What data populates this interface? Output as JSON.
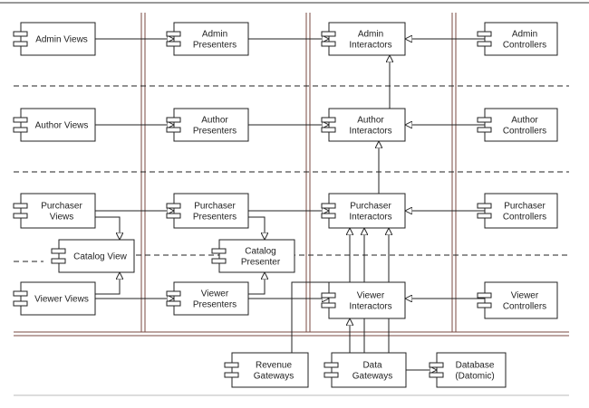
{
  "components": [
    {
      "id": "admin-views",
      "lines": [
        "Admin Views"
      ]
    },
    {
      "id": "admin-presenters",
      "lines": [
        "Admin",
        "Presenters"
      ]
    },
    {
      "id": "admin-interactors",
      "lines": [
        "Admin",
        "Interactors"
      ]
    },
    {
      "id": "admin-controllers",
      "lines": [
        "Admin",
        "Controllers"
      ]
    },
    {
      "id": "author-views",
      "lines": [
        "Author Views"
      ]
    },
    {
      "id": "author-presenters",
      "lines": [
        "Author",
        "Presenters"
      ]
    },
    {
      "id": "author-interactors",
      "lines": [
        "Author",
        "Interactors"
      ]
    },
    {
      "id": "author-controllers",
      "lines": [
        "Author",
        "Controllers"
      ]
    },
    {
      "id": "purchaser-views",
      "lines": [
        "Purchaser",
        "Views"
      ]
    },
    {
      "id": "purchaser-presenters",
      "lines": [
        "Purchaser",
        "Presenters"
      ]
    },
    {
      "id": "purchaser-interactors",
      "lines": [
        "Purchaser",
        "Interactors"
      ]
    },
    {
      "id": "purchaser-controllers",
      "lines": [
        "Purchaser",
        "Controllers"
      ]
    },
    {
      "id": "catalog-view",
      "lines": [
        "Catalog View"
      ]
    },
    {
      "id": "catalog-presenter",
      "lines": [
        "Catalog",
        "Presenter"
      ]
    },
    {
      "id": "viewer-views",
      "lines": [
        "Viewer Views"
      ]
    },
    {
      "id": "viewer-presenters",
      "lines": [
        "Viewer",
        "Presenters"
      ]
    },
    {
      "id": "viewer-interactors",
      "lines": [
        "Viewer",
        "Interactors"
      ]
    },
    {
      "id": "viewer-controllers",
      "lines": [
        "Viewer",
        "Controllers"
      ]
    },
    {
      "id": "revenue-gateways",
      "lines": [
        "Revenue",
        "Gateways"
      ]
    },
    {
      "id": "data-gateways",
      "lines": [
        "Data",
        "Gateways"
      ]
    },
    {
      "id": "database",
      "lines": [
        "Database",
        "(Datomic)"
      ]
    }
  ],
  "edges": [
    {
      "from": "admin-views",
      "to": "admin-presenters"
    },
    {
      "from": "admin-presenters",
      "to": "admin-interactors"
    },
    {
      "from": "admin-controllers",
      "to": "admin-interactors"
    },
    {
      "from": "author-views",
      "to": "author-presenters"
    },
    {
      "from": "author-presenters",
      "to": "author-interactors"
    },
    {
      "from": "author-controllers",
      "to": "author-interactors"
    },
    {
      "from": "author-interactors",
      "to": "admin-interactors"
    },
    {
      "from": "purchaser-views",
      "to": "purchaser-presenters"
    },
    {
      "from": "purchaser-views",
      "to": "catalog-view"
    },
    {
      "from": "purchaser-presenters",
      "to": "purchaser-interactors"
    },
    {
      "from": "purchaser-presenters",
      "to": "catalog-presenter"
    },
    {
      "from": "purchaser-controllers",
      "to": "purchaser-interactors"
    },
    {
      "from": "purchaser-interactors",
      "to": "author-interactors"
    },
    {
      "from": "viewer-views",
      "to": "viewer-presenters"
    },
    {
      "from": "viewer-views",
      "to": "catalog-view"
    },
    {
      "from": "viewer-presenters",
      "to": "viewer-interactors"
    },
    {
      "from": "viewer-presenters",
      "to": "catalog-presenter"
    },
    {
      "from": "viewer-controllers",
      "to": "viewer-interactors"
    },
    {
      "from": "revenue-gateways",
      "to": "purchaser-interactors"
    },
    {
      "from": "data-gateways",
      "to": "purchaser-interactors"
    },
    {
      "from": "data-gateways",
      "to": "author-interactors"
    },
    {
      "from": "data-gateways",
      "to": "viewer-interactors"
    },
    {
      "from": "data-gateways",
      "to": "database"
    }
  ]
}
